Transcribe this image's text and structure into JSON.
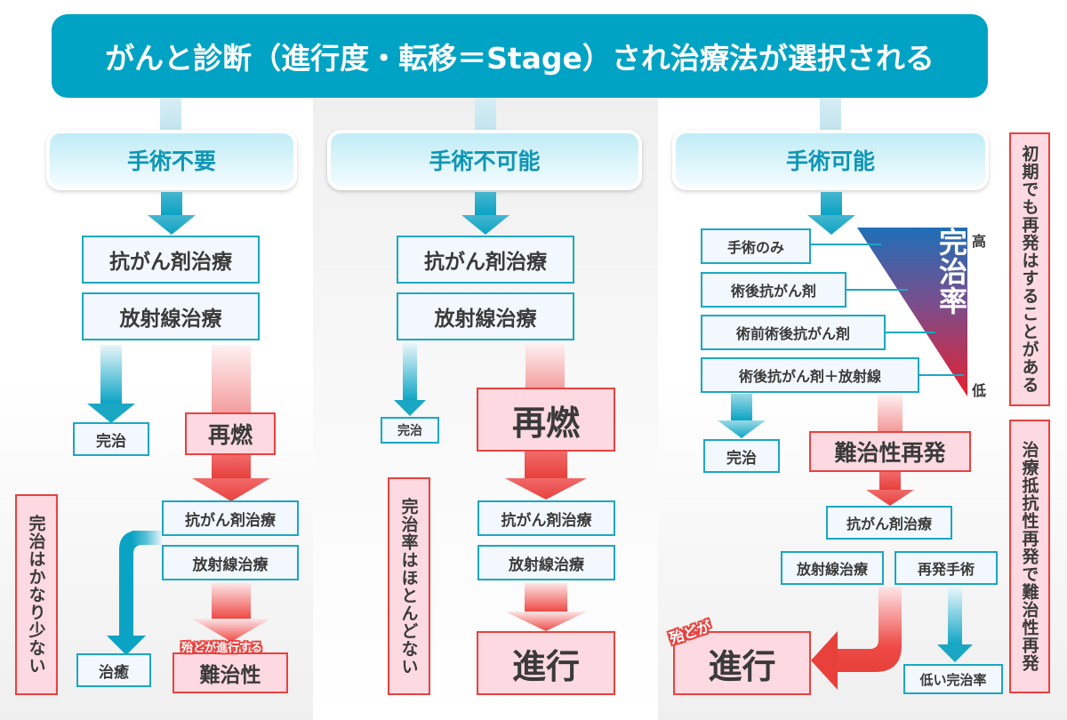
{
  "title": "がんと診断（進行度・転移＝Stage）され治療法が選択される",
  "colors": {
    "title_bg": "#00a3c4",
    "category_text": "#0f96b5",
    "blue_border": "#1aa7c4",
    "red_border": "#e9423e",
    "red_fill": "#fdd9e1",
    "scale_top": "#1f6fb8",
    "scale_bottom": "#e8202f"
  },
  "columns": [
    {
      "category": "手術不要",
      "treatments": [
        "抗がん剤治療",
        "放射線治療"
      ],
      "outcome_cure": "完治",
      "relapse": "再燃",
      "relapse_treatments": [
        "抗がん剤治療",
        "放射線治療"
      ],
      "healed": "治癒",
      "refractory_note": "殆どが進行する",
      "refractory": "難治性",
      "side_note": "完治はかなり少ない"
    },
    {
      "category": "手術不可能",
      "treatments": [
        "抗がん剤治療",
        "放射線治療"
      ],
      "outcome_cure": "完治",
      "relapse": "再燃",
      "relapse_treatments": [
        "抗がん剤治療",
        "放射線治療"
      ],
      "progression": "進行",
      "side_note": "完治率はほとんどない"
    },
    {
      "category": "手術可能",
      "options": [
        "手術のみ",
        "術後抗がん剤",
        "術前術後抗がん剤",
        "術後抗がん剤＋放射線"
      ],
      "scale_title": "完治率",
      "scale_high": "高",
      "scale_low": "低",
      "outcome_cure": "完治",
      "relapse": "難治性再発",
      "relapse_treatments": [
        "抗がん剤治療",
        "放射線治療",
        "再発手術"
      ],
      "progression_note": "殆どが",
      "progression": "進行",
      "low_cure": "低い完治率",
      "side_note_top": "初期でも再発はすることがある",
      "side_note_bottom": "治療抵抗性再発で難治性再発"
    }
  ]
}
